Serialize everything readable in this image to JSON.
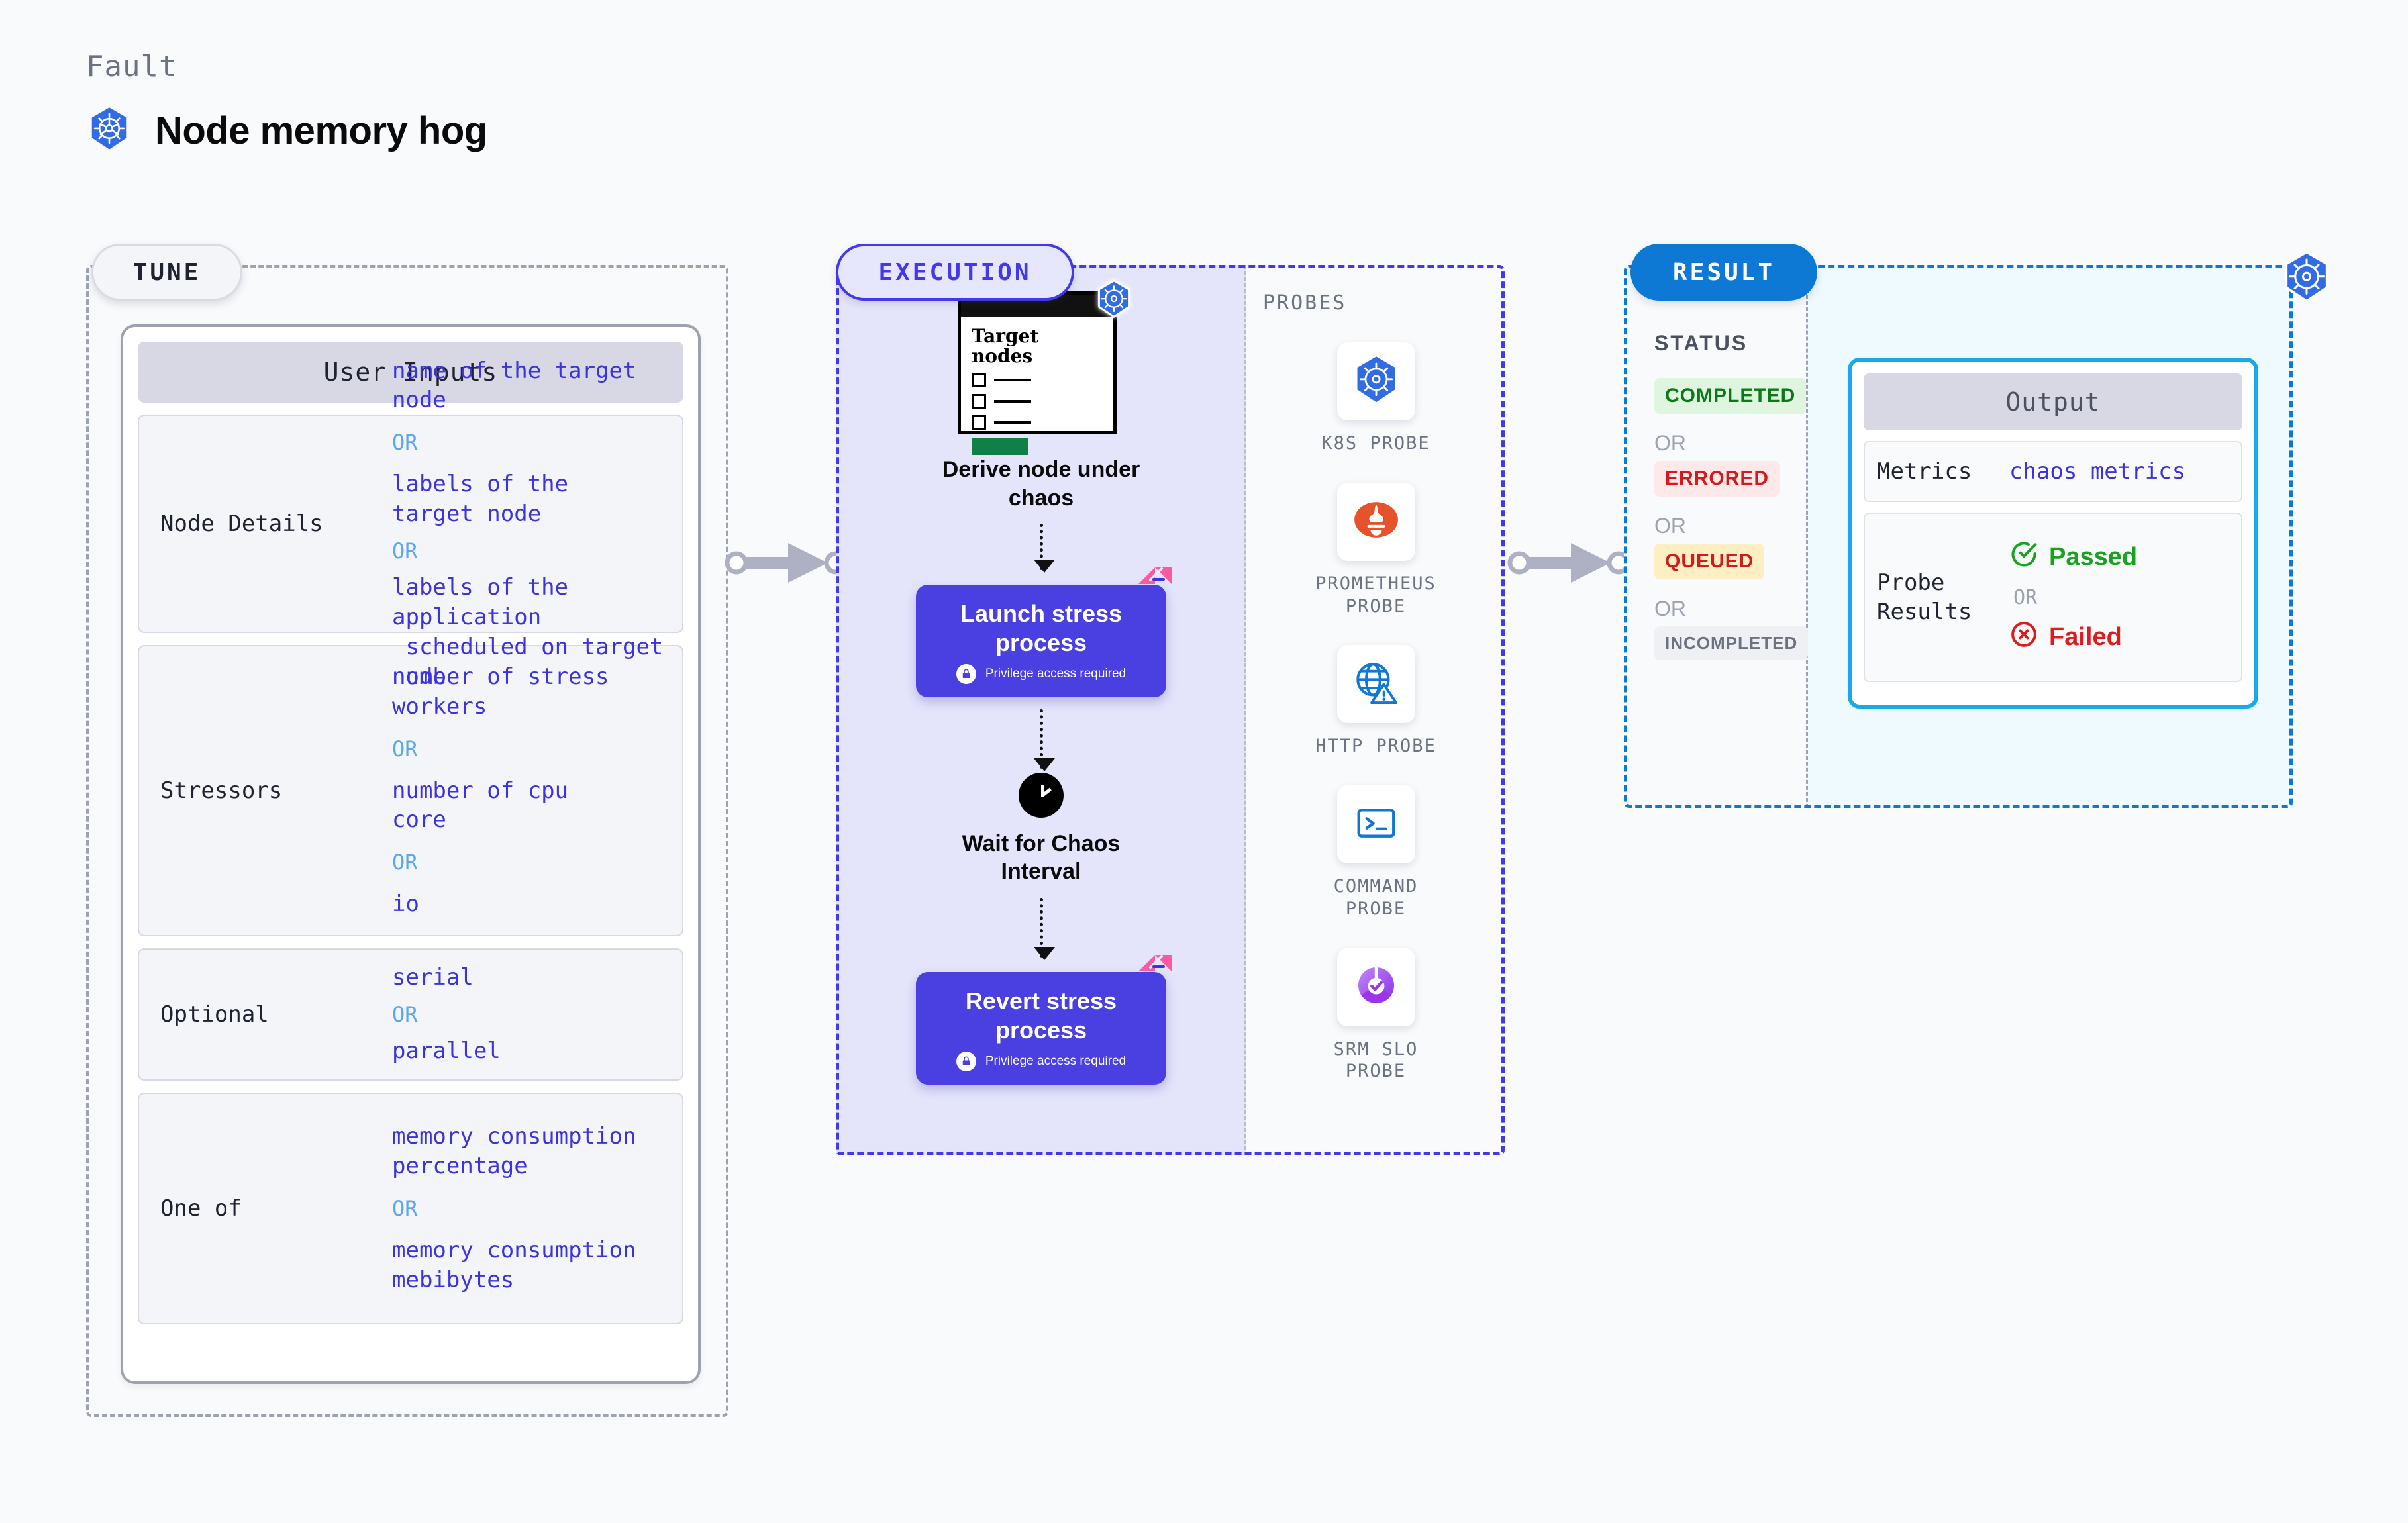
{
  "header": {
    "kicker": "Fault",
    "title": "Node memory hog",
    "icon": "kubernetes-icon"
  },
  "stages": {
    "tune": "TUNE",
    "execution": "EXECUTION",
    "result": "RESULT"
  },
  "tune": {
    "card_title": "User Inputs",
    "or_label": "OR",
    "rows": [
      {
        "label": "Node Details",
        "values": [
          "name of the target\nnode",
          "labels of the\ntarget node",
          "labels of the application\n scheduled on target node"
        ]
      },
      {
        "label": "Stressors",
        "values": [
          "number of stress\nworkers",
          "number of cpu\ncore",
          "io"
        ]
      },
      {
        "label": "Optional",
        "values": [
          "serial",
          "parallel"
        ]
      },
      {
        "label": "One of",
        "values": [
          "memory consumption\npercentage",
          "memory consumption\nmebibytes"
        ]
      }
    ]
  },
  "execution": {
    "target_card": {
      "title": "Target\nnodes",
      "badge_icon": "kubernetes-icon"
    },
    "derive_caption": "Derive node under\nchaos",
    "launch": {
      "title": "Launch stress\nprocess",
      "subtitle": "Privilege access required",
      "lock_icon": "lock-icon",
      "ribbon_icon": "harness-ribbon-icon"
    },
    "wait": {
      "icon": "clock-icon",
      "caption": "Wait for Chaos\nInterval"
    },
    "revert": {
      "title": "Revert stress\nprocess",
      "subtitle": "Privilege access required",
      "lock_icon": "lock-icon",
      "ribbon_icon": "harness-ribbon-icon"
    }
  },
  "probes": {
    "title": "PROBES",
    "items": [
      {
        "label": "K8S PROBE",
        "icon": "kubernetes-icon"
      },
      {
        "label": "PROMETHEUS\nPROBE",
        "icon": "prometheus-icon"
      },
      {
        "label": "HTTP PROBE",
        "icon": "globe-warning-icon"
      },
      {
        "label": "COMMAND\nPROBE",
        "icon": "terminal-icon"
      },
      {
        "label": "SRM SLO\nPROBE",
        "icon": "slo-donut-icon"
      }
    ]
  },
  "result": {
    "status_title": "STATUS",
    "or_label": "OR",
    "statuses": [
      {
        "label": "COMPLETED",
        "style": "completed"
      },
      {
        "label": "ERRORED",
        "style": "errored"
      },
      {
        "label": "QUEUED",
        "style": "queued"
      },
      {
        "label": "INCOMPLETED",
        "style": "incomplete"
      }
    ],
    "output": {
      "title": "Output",
      "metrics_label": "Metrics",
      "metrics_value": "chaos metrics",
      "probe_results_label": "Probe\nResults",
      "passed_label": "Passed",
      "failed_label": "Failed",
      "or_label": "OR",
      "passed_icon": "check-circle-icon",
      "failed_icon": "x-circle-icon"
    }
  },
  "corner_badge": {
    "icon": "kubernetes-icon"
  },
  "colors": {
    "accent_purple": "#4338ed",
    "process_purple": "#4a3fe0",
    "result_blue": "#0d79d4",
    "output_cyan": "#17a9e8",
    "value_indigo": "#3b32e0",
    "or_blue": "#5da7f0",
    "pass_green": "#17a31d",
    "fail_red": "#e01b1b"
  }
}
